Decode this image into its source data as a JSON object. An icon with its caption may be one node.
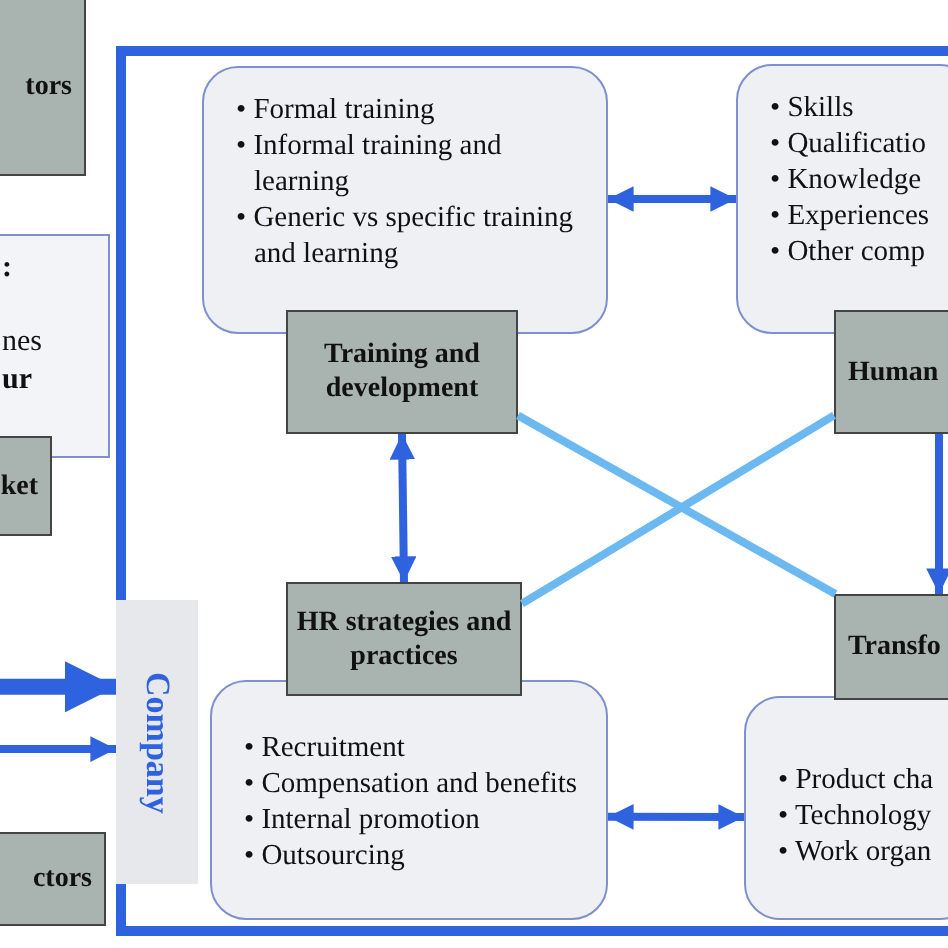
{
  "diagram": {
    "nodes": [
      {
        "text": [
          "tors"
        ]
      },
      {
        "text": [
          ":",
          "nes",
          "ur"
        ]
      },
      {
        "text": [
          "ket"
        ]
      },
      {
        "text": [
          "ctors"
        ]
      },
      {
        "text": [
          "Company"
        ]
      },
      {
        "text": [
          "• Formal training",
          "• Informal training and learning",
          "• Generic vs specific training and learning"
        ],
        "in": 4
      },
      {
        "text": [
          "Training and development"
        ],
        "in": 4
      },
      {
        "text": [
          "• Skills",
          "• Qualificatio",
          "• Knowledge",
          "• Experiences",
          "• Other comp"
        ],
        "in": 4
      },
      {
        "text": [
          "Human"
        ],
        "in": 4
      },
      {
        "text": [
          "HR strategies and practices"
        ],
        "in": 4
      },
      {
        "text": [
          "• Recruitment",
          "• Compensation and benefits",
          "• Internal promotion",
          "• Outsourcing"
        ],
        "in": 4
      },
      {
        "text": [
          "Transfo"
        ],
        "in": 4
      },
      {
        "text": [
          "• Product cha",
          "• Technology",
          "• Work organ"
        ],
        "in": 4
      }
    ],
    "edges": [
      {
        "from": 5,
        "to": 7,
        "arrow": "both"
      },
      {
        "from": 6,
        "to": 9,
        "arrow": "both"
      },
      {
        "from": 8,
        "to": 11,
        "arrow": "to"
      },
      {
        "from": 10,
        "to": 12,
        "arrow": "both"
      },
      {
        "from": 6,
        "to": 11,
        "arrow": "none",
        "color": "#6cb8f0"
      },
      {
        "from": 9,
        "to": 8,
        "arrow": "none",
        "color": "#6cb8f0"
      },
      {
        "from": null,
        "to": 4,
        "arrow": "to",
        "style": "thick"
      },
      {
        "from": null,
        "to": 4,
        "arrow": "to"
      }
    ]
  }
}
